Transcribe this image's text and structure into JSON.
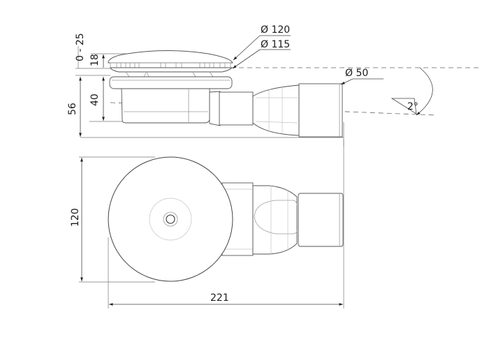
{
  "drawing": {
    "title": "Shower drain technical drawing",
    "views": [
      "side-view",
      "top-view"
    ],
    "line_color": "#333333",
    "background": "#ffffff"
  },
  "dimensions": {
    "height_adjust": "0 - 25",
    "grate_height": "18",
    "body_height": "40",
    "total_height": "56",
    "diameter_outer": "Ø 120",
    "diameter_inner": "Ø 115",
    "outlet_diameter": "Ø 50",
    "slope": "2°",
    "width": "120",
    "length": "221"
  }
}
